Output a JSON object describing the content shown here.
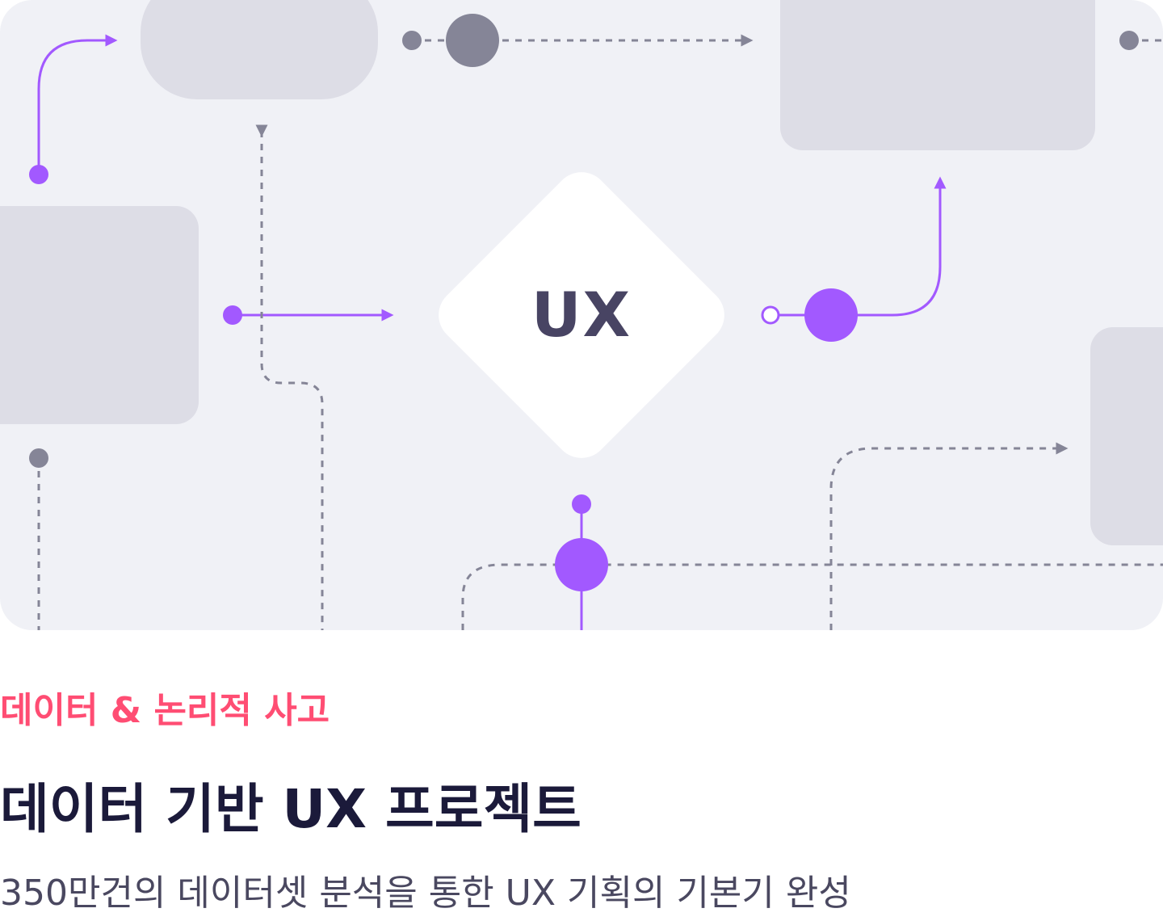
{
  "illustration": {
    "center_label": "UX",
    "colors": {
      "background": "#f0f1f6",
      "block": "#dddde6",
      "accent": "#a259ff",
      "neutral": "#858597",
      "diamond": "#ffffff"
    }
  },
  "card": {
    "category": "데이터 & 논리적 사고",
    "title": "데이터 기반 UX 프로젝트",
    "subtitle": "350만건의 데이터셋 분석을 통한 UX 기획의 기본기 완성",
    "category_color": "#ff4d73"
  }
}
